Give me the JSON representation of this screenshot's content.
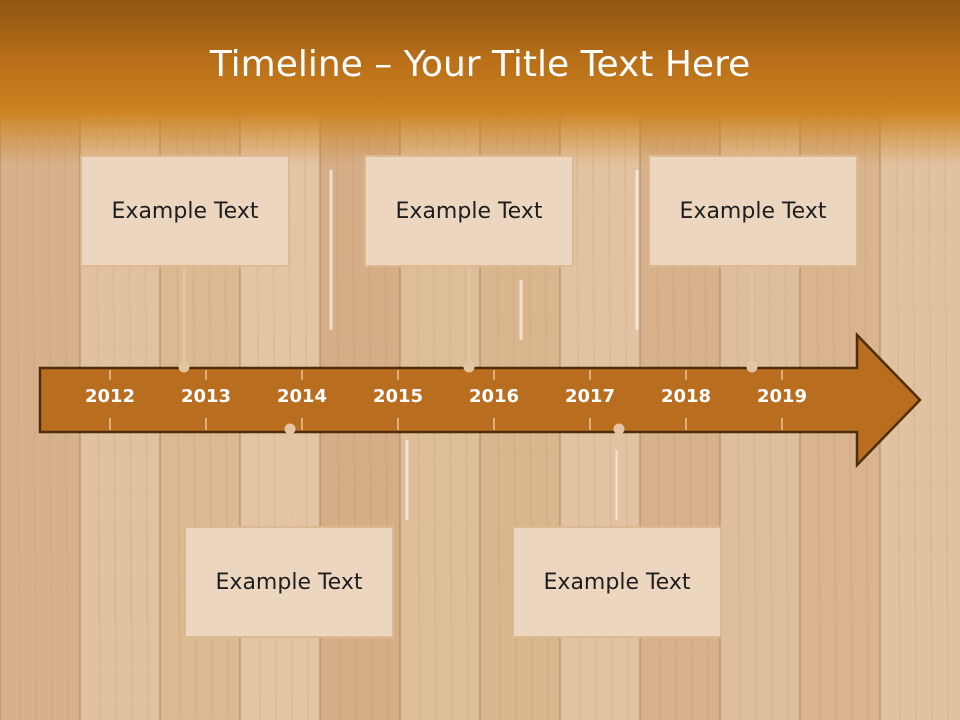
{
  "title": "Timeline – Your Title Text Here",
  "years": [
    "2012",
    "2013",
    "2014",
    "2015",
    "2016",
    "2017",
    "2018",
    "2019"
  ],
  "events": [
    {
      "label": "Example Text",
      "position": "above"
    },
    {
      "label": "Example Text",
      "position": "below"
    },
    {
      "label": "Example Text",
      "position": "above"
    },
    {
      "label": "Example Text",
      "position": "below"
    },
    {
      "label": "Example Text",
      "position": "above"
    }
  ],
  "colors": {
    "header": "#b86f18",
    "arrow": "#b86e1e",
    "arrow_outline": "#4e2d0c",
    "card_fill": "#ecd6bf",
    "card_border": "#ddb992",
    "connector": "#e4c4a2"
  }
}
